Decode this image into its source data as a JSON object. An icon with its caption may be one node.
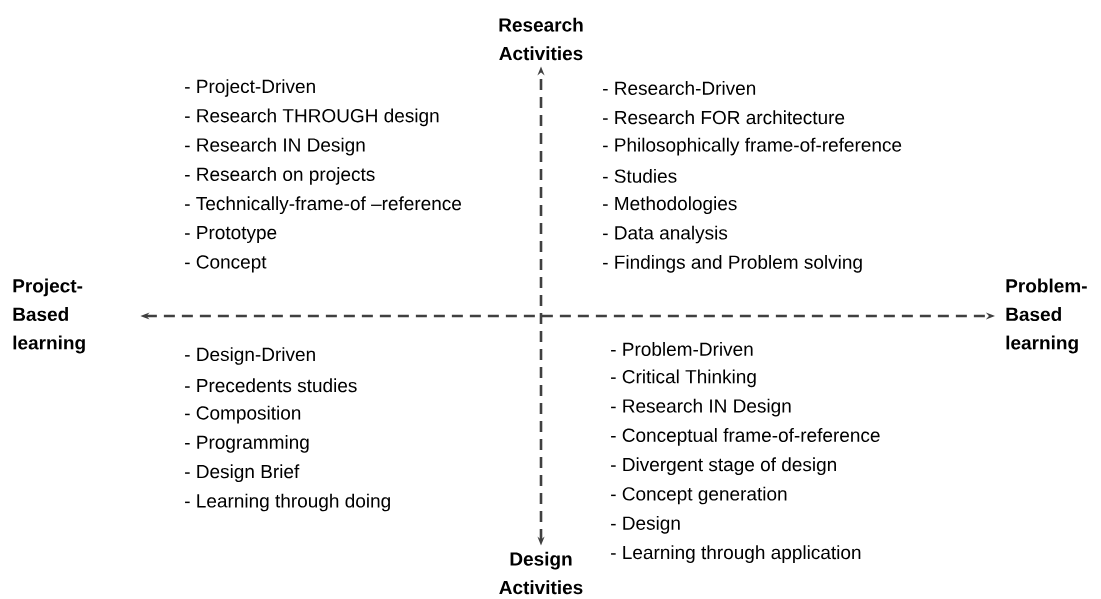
{
  "diagram": {
    "nodes": [
      {
        "text": [
          "Research Activities"
        ]
      },
      {
        "text": [
          "Problem- Based learning"
        ]
      },
      {
        "text": [
          "Design Activities"
        ]
      },
      {
        "text": [
          "Project- Based learning"
        ]
      }
    ],
    "edges": [
      {
        "from": 3,
        "to": 1,
        "arrow": "both",
        "style": "dashed"
      },
      {
        "from": 2,
        "to": 0,
        "arrow": "both",
        "style": "dashed"
      }
    ],
    "labels": [
      "- Project-Driven",
      "- Research THROUGH design",
      "- Research IN Design",
      "- Research on projects",
      "- Technically-frame-of –reference",
      "- Prototype",
      "- Concept",
      "- Research-Driven",
      "- Research FOR architecture",
      "- Philosophically frame-of-reference",
      "- Studies",
      "- Methodologies",
      "- Data analysis",
      "- Findings and Problem solving",
      "- Design-Driven",
      "- Precedents studies",
      "- Composition",
      "- Programming",
      "- Design Brief",
      "- Learning through doing",
      "- Problem-Driven",
      "- Critical Thinking",
      "- Research IN Design",
      "- Conceptual frame-of-reference",
      "- Divergent stage of design",
      "- Concept generation",
      "- Design",
      "- Learning through application"
    ]
  }
}
